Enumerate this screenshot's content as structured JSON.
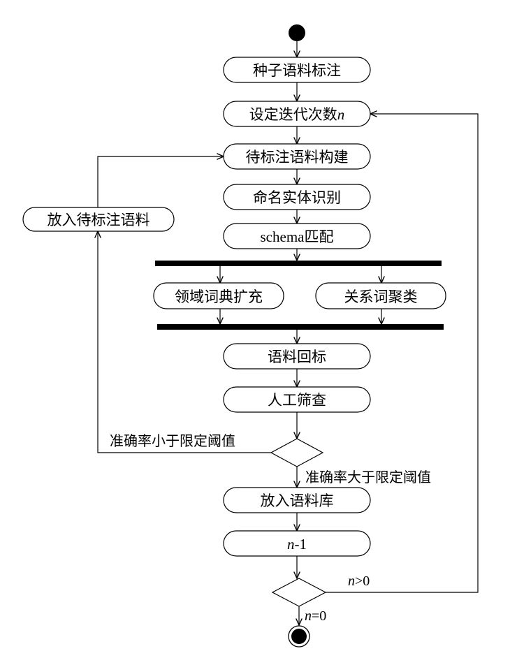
{
  "nodes": {
    "seed_annotation": "种子语料标注",
    "set_iterations_prefix": "设定迭代次数",
    "set_iterations_var": "n",
    "build_unlabeled": "待标注语料构建",
    "ner": "命名实体识别",
    "schema_match": "schema匹配",
    "domain_dict": "领域词典扩充",
    "relation_cluster": "关系词聚类",
    "corpus_relabel": "语料回标",
    "manual_screen": "人工筛查",
    "put_back": "放入待标注语料",
    "put_corpus": "放入语料库",
    "decrement_var": "n",
    "decrement_suffix": "-1"
  },
  "edge_labels": {
    "acc_below": "准确率小于限定阈值",
    "acc_above": "准确率大于限定阈值",
    "n_gt_zero_var": "n",
    "n_gt_zero_suffix": ">0",
    "n_eq_zero_var": "n",
    "n_eq_zero_suffix": "=0"
  }
}
